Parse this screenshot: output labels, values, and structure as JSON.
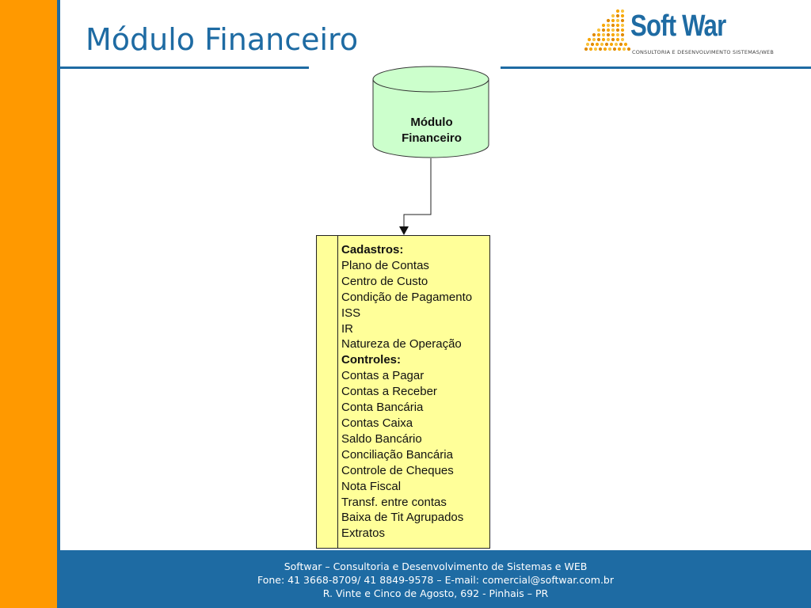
{
  "slide": {
    "title": "Módulo Financeiro",
    "colors": {
      "accent_orange": "#ff9900",
      "accent_blue": "#1e6ba3",
      "cylinder_fill": "#ccffcc",
      "list_fill": "#ffff99"
    }
  },
  "logo": {
    "name": "Soft War",
    "tagline": "CONSULTORIA E DESENVOLVIMENTO SISTEMAS/WEB",
    "icon": "dot-grid-logo-icon"
  },
  "diagram": {
    "cylinder_line1": "Módulo",
    "cylinder_line2": "Financeiro",
    "sections": [
      {
        "header": "Cadastros:",
        "items": [
          "Plano de Contas",
          "Centro de Custo",
          "Condição de Pagamento",
          "ISS",
          "IR",
          "Natureza de Operação"
        ]
      },
      {
        "header": "Controles:",
        "items": [
          "Contas a Pagar",
          "Contas a Receber",
          "Conta Bancária",
          "Contas Caixa",
          "Saldo Bancário",
          "Conciliação Bancária",
          "Controle de Cheques",
          "Nota Fiscal",
          "Transf. entre contas",
          "Baixa de Tit Agrupados",
          "Extratos"
        ]
      }
    ]
  },
  "footer": {
    "line1": "Softwar – Consultoria e Desenvolvimento de Sistemas e WEB",
    "line2": "Fone: 41 3668-8709/ 41 8849-9578 – E-mail: comercial@softwar.com.br",
    "line3": "R. Vinte e Cinco de Agosto, 692 - Pinhais – PR"
  }
}
